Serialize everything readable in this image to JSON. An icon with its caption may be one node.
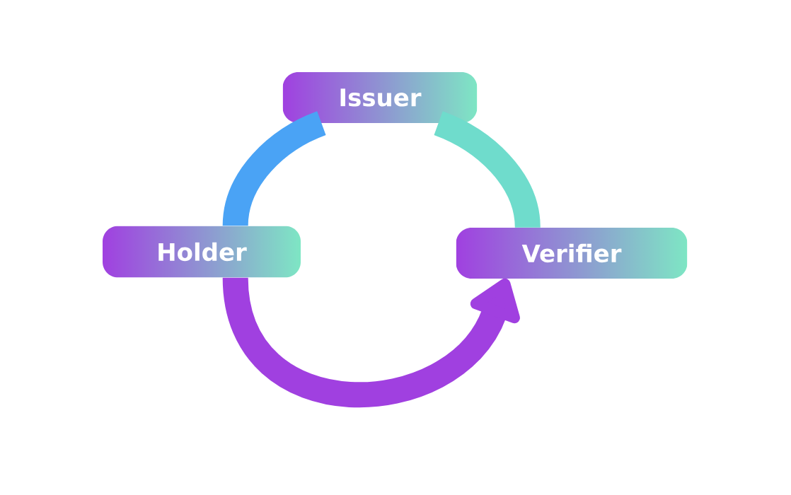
{
  "diagram": {
    "nodes": [
      {
        "text": [
          "Issuer"
        ]
      },
      {
        "text": [
          "Holder"
        ]
      },
      {
        "text": [
          "Verifier"
        ]
      }
    ],
    "edges": [
      {
        "from": 0,
        "to": 1,
        "arrow": "none",
        "color": "#4aa3f5"
      },
      {
        "from": 1,
        "to": 2,
        "arrow": "to",
        "color": "#a040e0"
      },
      {
        "from": 2,
        "to": 0,
        "arrow": "none",
        "color": "#6fdccc"
      }
    ]
  }
}
